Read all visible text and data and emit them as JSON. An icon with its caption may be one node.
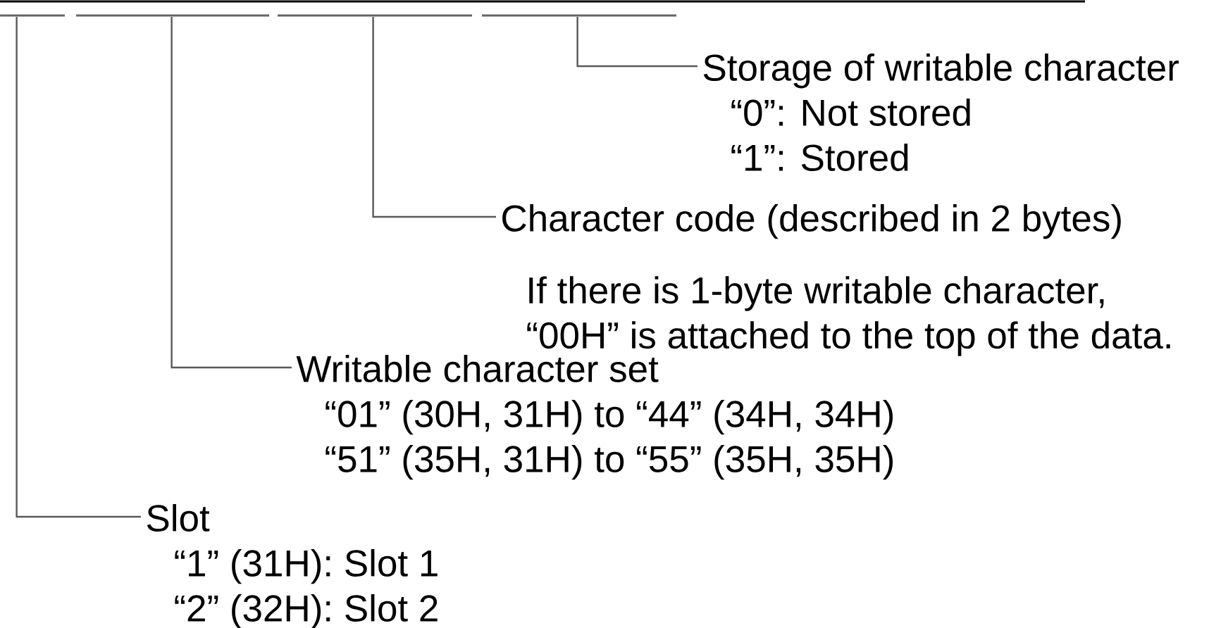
{
  "diagram": {
    "nodes": [
      {
        "text": [],
        "shape": "bar"
      },
      {
        "text": [],
        "shape": "bar"
      },
      {
        "text": [],
        "shape": "bar"
      },
      {
        "text": [],
        "shape": "bar"
      },
      {
        "text": [
          "Storage of writable character",
          "“0”: Not stored",
          "“1”: Stored"
        ]
      },
      {
        "text": [
          "Character code (described in 2 bytes)",
          "If there is 1-byte writable character, “00H” is attached to the top of the data."
        ]
      },
      {
        "text": [
          "Writable character set",
          "“01” (30H, 31H) to “44” (34H, 34H)",
          "“51” (35H, 31H) to “55” (35H, 35H)"
        ]
      },
      {
        "text": [
          "Slot",
          "“1” (31H): Slot 1",
          "“2” (32H): Slot 2"
        ]
      }
    ],
    "edges": [
      {
        "from": 4,
        "to": 3,
        "arrow": "none"
      },
      {
        "from": 5,
        "to": 2,
        "arrow": "none"
      },
      {
        "from": 6,
        "to": 1,
        "arrow": "none"
      },
      {
        "from": 7,
        "to": 0,
        "arrow": "none"
      }
    ]
  }
}
